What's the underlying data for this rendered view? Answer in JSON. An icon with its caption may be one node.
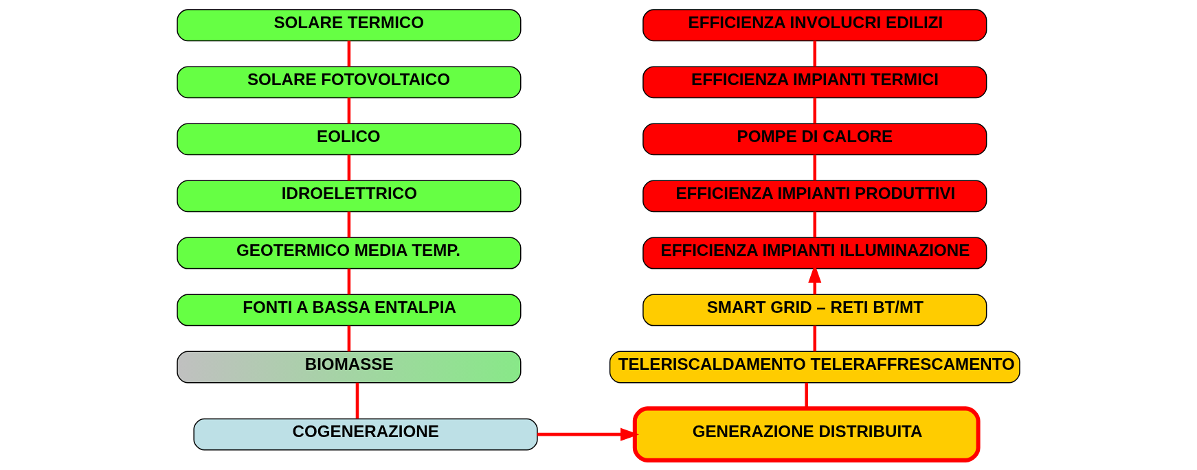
{
  "diagram": {
    "nodes": [
      {
        "text": [
          "SOLARE TERMICO"
        ]
      },
      {
        "text": [
          "SOLARE FOTOVOLTAICO"
        ]
      },
      {
        "text": [
          "EOLICO"
        ]
      },
      {
        "text": [
          "IDROELETTRICO"
        ]
      },
      {
        "text": [
          "GEOTERMICO MEDIA TEMP."
        ]
      },
      {
        "text": [
          "FONTI A BASSA ENTALPIA"
        ]
      },
      {
        "text": [
          "BIOMASSE"
        ]
      },
      {
        "text": [
          "COGENERAZIONE"
        ]
      },
      {
        "text": [
          "EFFICIENZA INVOLUCRI EDILIZI"
        ]
      },
      {
        "text": [
          "EFFICIENZA IMPIANTI TERMICI"
        ]
      },
      {
        "text": [
          "POMPE DI CALORE"
        ]
      },
      {
        "text": [
          "EFFICIENZA IMPIANTI PRODUTTIVI"
        ]
      },
      {
        "text": [
          "EFFICIENZA IMPIANTI ILLUMINAZIONE"
        ]
      },
      {
        "text": [
          "SMART GRID – RETI BT/MT"
        ]
      },
      {
        "text": [
          "TELERISCALDAMENTO TELERAFFRESCAMENTO"
        ]
      },
      {
        "text": [
          "GENERAZIONE DISTRIBUITA"
        ]
      }
    ],
    "edges": [
      {
        "from": 0,
        "to": 1,
        "arrow": "none"
      },
      {
        "from": 1,
        "to": 2,
        "arrow": "none"
      },
      {
        "from": 2,
        "to": 3,
        "arrow": "none"
      },
      {
        "from": 3,
        "to": 4,
        "arrow": "none"
      },
      {
        "from": 4,
        "to": 5,
        "arrow": "none"
      },
      {
        "from": 5,
        "to": 6,
        "arrow": "none"
      },
      {
        "from": 6,
        "to": 7,
        "arrow": "none"
      },
      {
        "from": 7,
        "to": 15,
        "arrow": "to"
      },
      {
        "from": 15,
        "to": 14,
        "arrow": "none"
      },
      {
        "from": 14,
        "to": 13,
        "arrow": "none"
      },
      {
        "from": 13,
        "to": 12,
        "arrow": "to"
      },
      {
        "from": 12,
        "to": 11,
        "arrow": "none"
      },
      {
        "from": 11,
        "to": 10,
        "arrow": "none"
      },
      {
        "from": 10,
        "to": 9,
        "arrow": "none"
      },
      {
        "from": 9,
        "to": 8,
        "arrow": "none"
      }
    ]
  }
}
